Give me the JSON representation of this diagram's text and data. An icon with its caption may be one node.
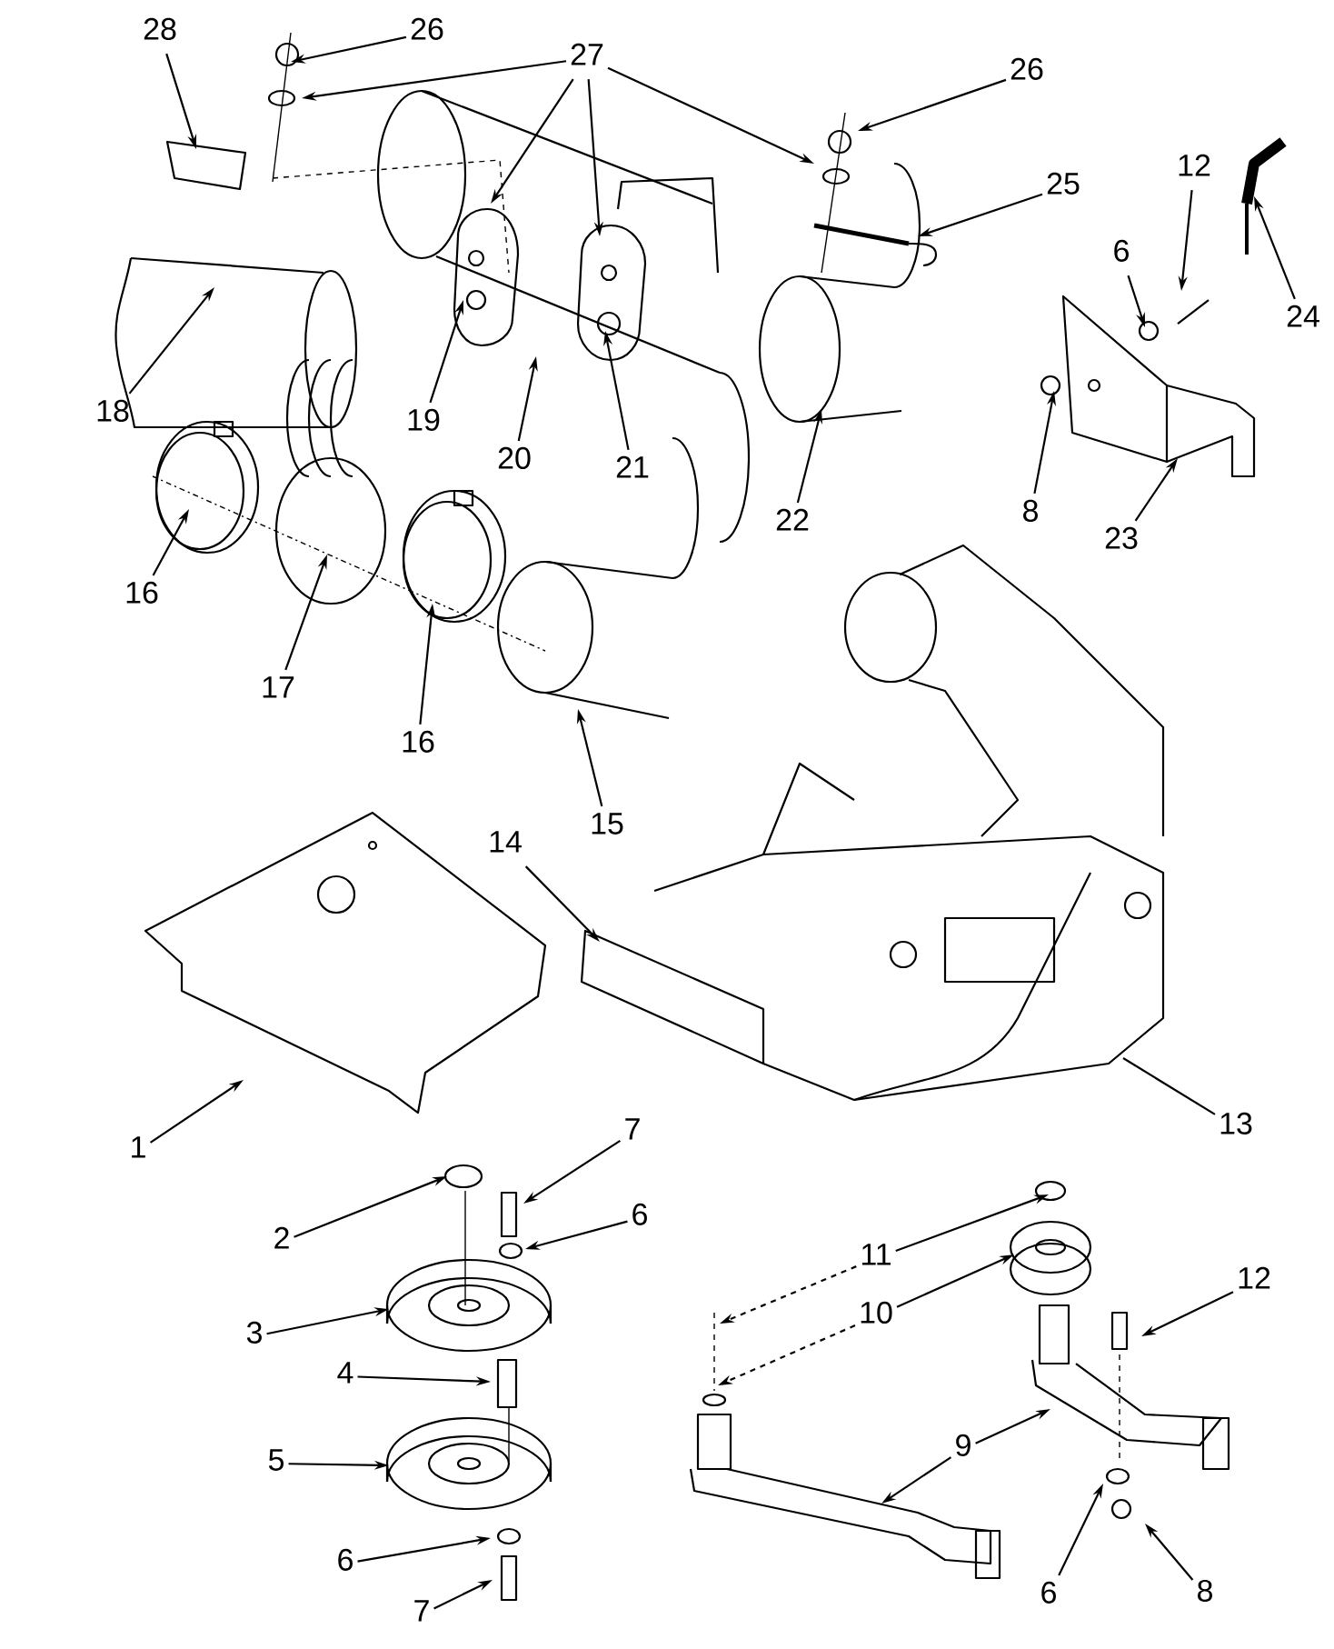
{
  "diagram": {
    "nodes": [
      {
        "text": [
          "28"
        ]
      },
      {
        "text": [
          "26"
        ]
      },
      {
        "text": [
          "27"
        ]
      },
      {
        "text": [
          "26"
        ]
      },
      {
        "text": [
          "25"
        ]
      },
      {
        "text": [
          "12"
        ]
      },
      {
        "text": [
          "24"
        ]
      },
      {
        "text": [
          "6"
        ]
      },
      {
        "text": [
          "18"
        ]
      },
      {
        "text": [
          "19"
        ]
      },
      {
        "text": [
          "20"
        ]
      },
      {
        "text": [
          "21"
        ]
      },
      {
        "text": [
          "22"
        ]
      },
      {
        "text": [
          "8"
        ]
      },
      {
        "text": [
          "23"
        ]
      },
      {
        "text": [
          "16"
        ]
      },
      {
        "text": [
          "17"
        ]
      },
      {
        "text": [
          "16"
        ]
      },
      {
        "text": [
          "15"
        ]
      },
      {
        "text": [
          "14"
        ]
      },
      {
        "text": [
          "1"
        ]
      },
      {
        "text": [
          "13"
        ]
      },
      {
        "text": [
          "7"
        ]
      },
      {
        "text": [
          "2"
        ]
      },
      {
        "text": [
          "6"
        ]
      },
      {
        "text": [
          "3"
        ]
      },
      {
        "text": [
          "11"
        ]
      },
      {
        "text": [
          "10"
        ]
      },
      {
        "text": [
          "12"
        ]
      },
      {
        "text": [
          "4"
        ]
      },
      {
        "text": [
          "9"
        ]
      },
      {
        "text": [
          "5"
        ]
      },
      {
        "text": [
          "6"
        ]
      },
      {
        "text": [
          "7"
        ]
      },
      {
        "text": [
          "6"
        ]
      },
      {
        "text": [
          "8"
        ]
      }
    ],
    "edges": [
      {
        "from": 0,
        "to": null,
        "arrow": "to"
      },
      {
        "from": 1,
        "to": null,
        "arrow": "to"
      },
      {
        "from": 2,
        "to": null,
        "arrow": "to"
      },
      {
        "from": 2,
        "to": null,
        "arrow": "to"
      },
      {
        "from": 2,
        "to": null,
        "arrow": "to"
      },
      {
        "from": 2,
        "to": null,
        "arrow": "to"
      },
      {
        "from": 3,
        "to": null,
        "arrow": "to"
      },
      {
        "from": 4,
        "to": null,
        "arrow": "to"
      },
      {
        "from": 5,
        "to": null,
        "arrow": "to"
      },
      {
        "from": 6,
        "to": null,
        "arrow": "to"
      },
      {
        "from": 7,
        "to": null,
        "arrow": "to"
      },
      {
        "from": 8,
        "to": null,
        "arrow": "to"
      },
      {
        "from": 9,
        "to": null,
        "arrow": "to"
      },
      {
        "from": 10,
        "to": null,
        "arrow": "to"
      },
      {
        "from": 11,
        "to": null,
        "arrow": "to"
      },
      {
        "from": 12,
        "to": null,
        "arrow": "to"
      },
      {
        "from": 13,
        "to": null,
        "arrow": "to"
      },
      {
        "from": 14,
        "to": null,
        "arrow": "to"
      },
      {
        "from": 15,
        "to": null,
        "arrow": "to"
      },
      {
        "from": 16,
        "to": null,
        "arrow": "to"
      },
      {
        "from": 17,
        "to": null,
        "arrow": "to"
      },
      {
        "from": 18,
        "to": null,
        "arrow": "to"
      },
      {
        "from": 19,
        "to": null,
        "arrow": "to"
      },
      {
        "from": 20,
        "to": null,
        "arrow": "to"
      },
      {
        "from": 21,
        "to": null,
        "arrow": "none"
      },
      {
        "from": 22,
        "to": null,
        "arrow": "to"
      },
      {
        "from": 23,
        "to": null,
        "arrow": "to"
      },
      {
        "from": 24,
        "to": null,
        "arrow": "to"
      },
      {
        "from": 25,
        "to": null,
        "arrow": "to"
      },
      {
        "from": 26,
        "to": null,
        "arrow": "to"
      },
      {
        "from": 26,
        "to": null,
        "arrow": "to",
        "style": "dashed"
      },
      {
        "from": 27,
        "to": null,
        "arrow": "to"
      },
      {
        "from": 27,
        "to": null,
        "arrow": "to",
        "style": "dashed"
      },
      {
        "from": 28,
        "to": null,
        "arrow": "to"
      },
      {
        "from": 29,
        "to": null,
        "arrow": "to"
      },
      {
        "from": 30,
        "to": null,
        "arrow": "to"
      },
      {
        "from": 30,
        "to": null,
        "arrow": "to"
      },
      {
        "from": 31,
        "to": null,
        "arrow": "to"
      },
      {
        "from": 32,
        "to": null,
        "arrow": "to"
      },
      {
        "from": 33,
        "to": null,
        "arrow": "to"
      },
      {
        "from": 34,
        "to": null,
        "arrow": "to"
      },
      {
        "from": 35,
        "to": null,
        "arrow": "to"
      }
    ]
  }
}
